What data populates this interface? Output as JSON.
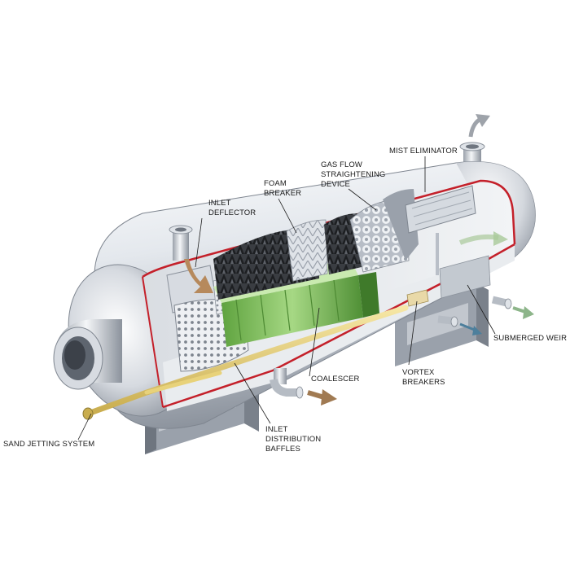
{
  "labels": {
    "mist_eliminator": "MIST ELIMINATOR",
    "gas_flow_line1": "GAS FLOW",
    "gas_flow_line2": "STRAIGHTENING",
    "gas_flow_line3": "DEVICE",
    "foam_line1": "FOAM",
    "foam_line2": "BREAKER",
    "inlet_deflector_line1": "INLET",
    "inlet_deflector_line2": "DEFLECTOR",
    "submerged_weir": "SUBMERGED WEIR",
    "coalescer": "COALESCER",
    "vortex_line1": "VORTEX",
    "vortex_line2": "BREAKERS",
    "sand_jetting": "SAND JETTING SYSTEM",
    "inlet_baffles_line1": "INLET",
    "inlet_baffles_line2": "DISTRIBUTION",
    "inlet_baffles_line3": "BAFFLES"
  },
  "colors": {
    "vessel_light": "#f4f6f9",
    "vessel_mid": "#c9ced6",
    "vessel_dark": "#8d949e",
    "cutaway_edge": "#c4202a",
    "coalescer_green": "#7fc05a",
    "foam_dark": "#2a2c30",
    "sand_pipe_yellow": "#e8d27a",
    "flow_arrow": "#a07a52",
    "gas_arrow": "#9ea3aa",
    "water_arrow": "#4d7f9c"
  }
}
